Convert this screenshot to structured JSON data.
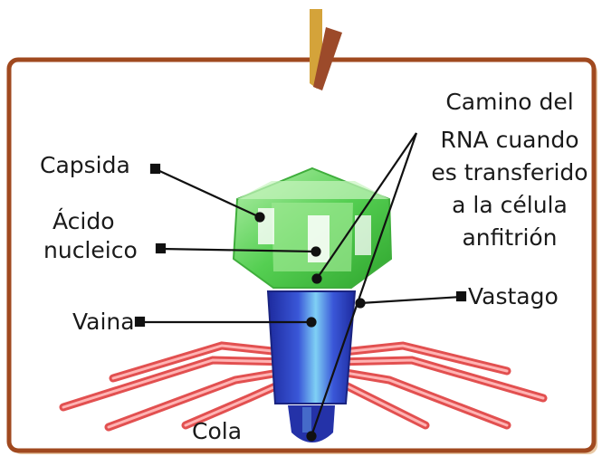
{
  "labels": {
    "capsida": "Capsida",
    "acido_line1": "Ácido",
    "acido_line2": "nucleico",
    "vaina": "Vaina",
    "cola": "Cola",
    "vastago": "Vastago",
    "camino": [
      "Camino del",
      "RNA cuando",
      "es transferido",
      "a la célula",
      "anfitrión"
    ]
  },
  "colors": {
    "frame": "#a0491f",
    "clip_gold": "#d4a33a",
    "clip_brown": "#9c4a2a",
    "capsid": "#5fd35a",
    "tail_blue": "#2b36b5",
    "tail_light": "#62b9f0",
    "fibers": "#f06a6a"
  }
}
